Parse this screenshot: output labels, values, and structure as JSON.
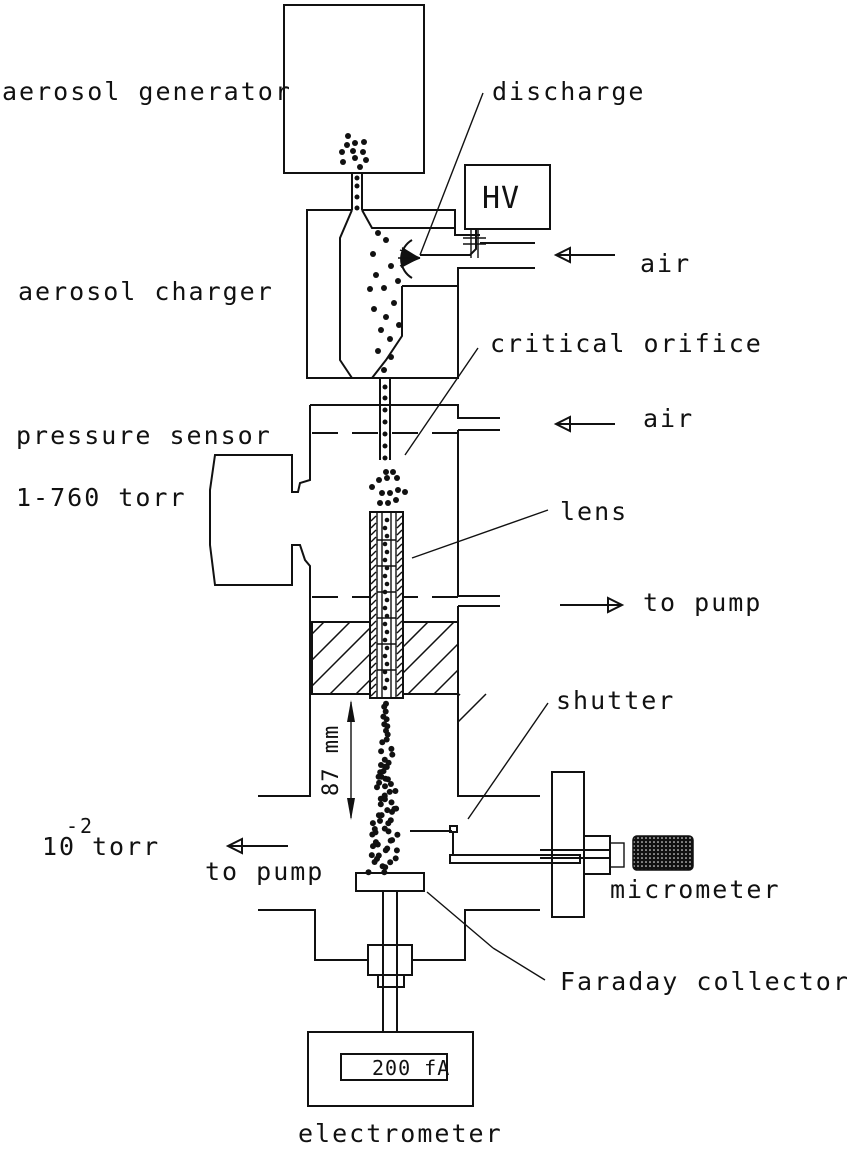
{
  "figure": {
    "title": "Aerosol charging and lens apparatus schematic",
    "colors": {
      "ink": "#111111",
      "background": "#ffffff"
    }
  },
  "labels": {
    "aerosol_generator": "aerosol generator",
    "discharge": "discharge",
    "hv": "HV",
    "air_top": "air",
    "aerosol_charger": "aerosol charger",
    "critical_orifice": "critical orifice",
    "air_middle": "air",
    "pressure_sensor": "pressure sensor",
    "pressure_range": "1-760 torr",
    "lens": "lens",
    "to_pump_right": "to pump",
    "shutter": "shutter",
    "distance": "87 mm",
    "vacuum_base": "10",
    "vacuum_exp": "-2",
    "vacuum_unit": "torr",
    "to_pump_left": "to pump",
    "micrometer": "micrometer",
    "faraday_collector": "Faraday collector",
    "electrometer_display": "200 fA",
    "electrometer": "electrometer"
  },
  "icons": {
    "air_inlet_top": "arrow-left-icon",
    "air_inlet_middle": "arrow-left-icon",
    "pump_outlet_right": "arrow-right-icon",
    "pump_outlet_left": "arrow-left-icon",
    "distance_marker": "double-arrow-vertical-icon",
    "micrometer_knob": "knurled-knob-icon"
  }
}
